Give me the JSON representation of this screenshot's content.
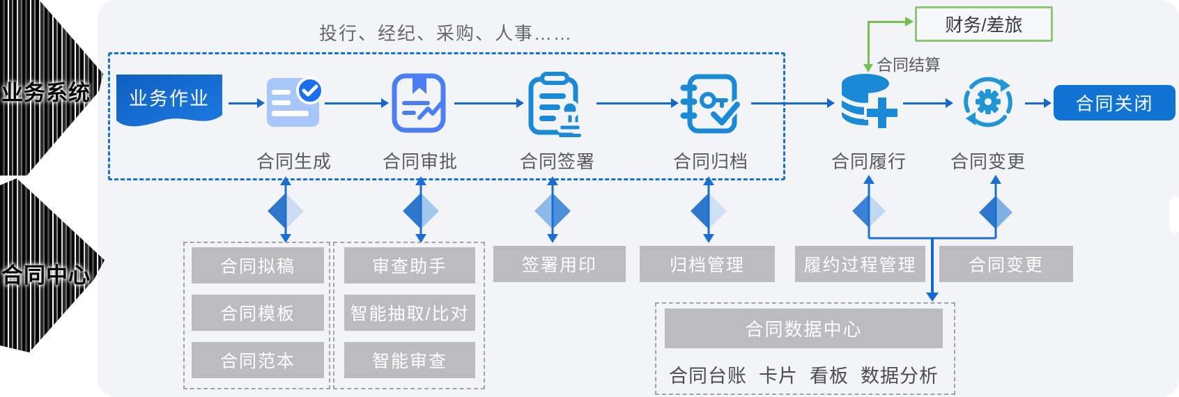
{
  "ribbons": {
    "top": "业务系统",
    "bottom": "合同中心"
  },
  "caption": "投行、经纪、采购、人事……",
  "flow": {
    "start": "业务作业",
    "stages": [
      {
        "label": "合同生成",
        "icon": "doc-check-icon"
      },
      {
        "label": "合同审批",
        "icon": "book-approve-icon"
      },
      {
        "label": "合同签署",
        "icon": "stamp-icon"
      },
      {
        "label": "合同归档",
        "icon": "archive-check-icon"
      },
      {
        "label": "合同履行",
        "icon": "database-plus-icon"
      },
      {
        "label": "合同变更",
        "icon": "sync-gear-icon"
      }
    ],
    "end_label": "合同关闭"
  },
  "settlement": {
    "arrow_label": "合同结算",
    "target_label": "财务/差旅"
  },
  "services": {
    "drafting": [
      "合同拟稿",
      "合同模板",
      "合同范本"
    ],
    "review": [
      "审查助手",
      "智能抽取/比对",
      "智能审查"
    ],
    "signing": "签署用印",
    "archiving": "归档管理",
    "performance": "履约过程管理",
    "change": "合同变更"
  },
  "data_center": {
    "title": "合同数据中心",
    "items": "合同台账  卡片  看板  数据分析"
  },
  "colors": {
    "primary_blue": "#1467cf",
    "dashed_blue": "#1273d6",
    "icon_cyan_blue": "#1b8ad6",
    "icon_soft_blue": "#4c7ef3",
    "pale_doc_blue": "#a7c6f9",
    "check_circle_blue": "#1a6ef0",
    "button_blue": "#1173d4",
    "green": "#8cc874",
    "service_gray": "#bcbcbe",
    "panel_gray": "#f3f4f8"
  }
}
